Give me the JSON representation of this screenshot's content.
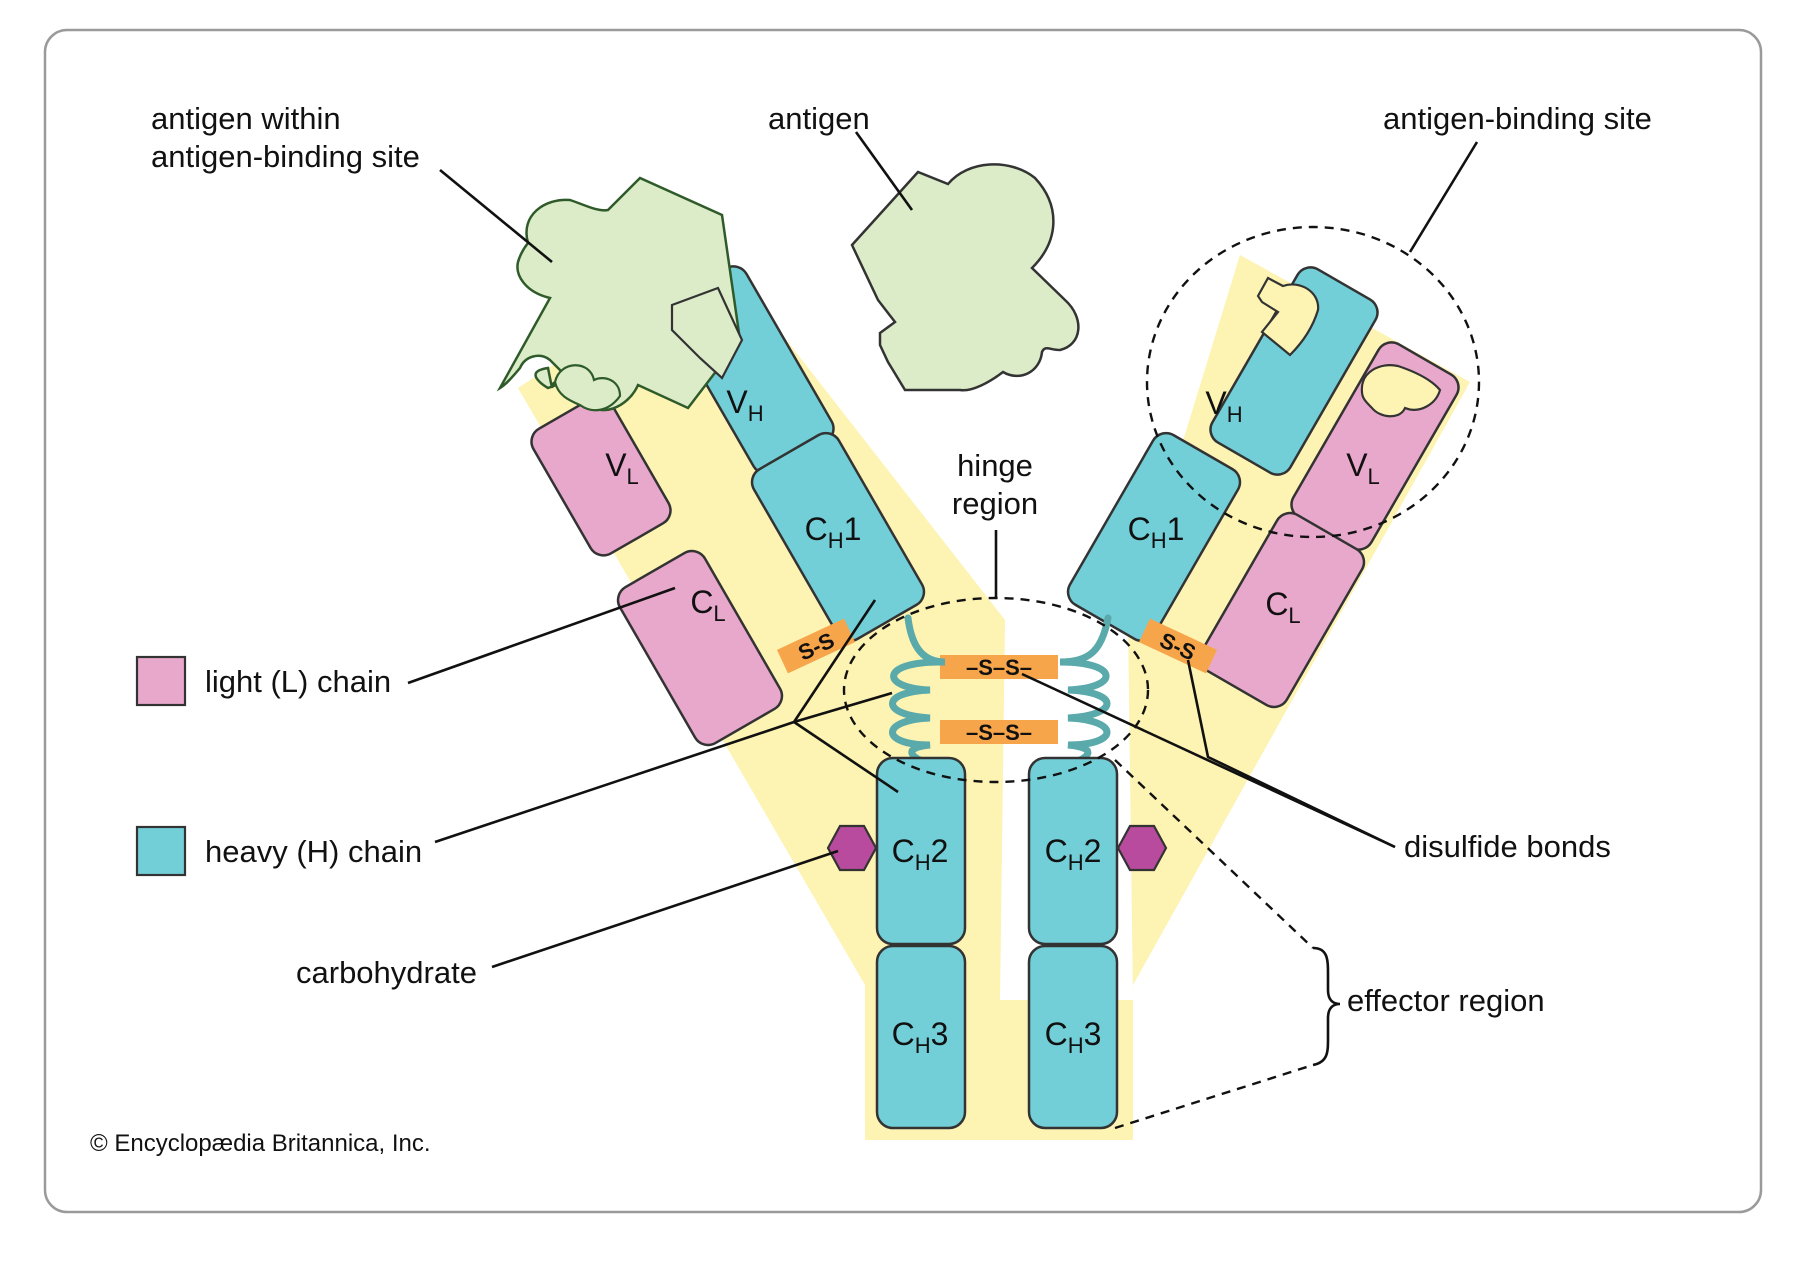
{
  "labels": {
    "antigen_within_line1": "antigen within",
    "antigen_within_line2": "antigen-binding site",
    "antigen": "antigen",
    "antigen_binding_site": "antigen-binding site",
    "hinge_line1": "hinge",
    "hinge_line2": "region",
    "disulfide_bonds": "disulfide bonds",
    "effector_region": "effector region",
    "carbohydrate": "carbohydrate"
  },
  "legend": {
    "light": {
      "label": "light (L) chain",
      "color": "#e8a8cc"
    },
    "heavy": {
      "label": "heavy (H) chain",
      "color": "#72cfd8"
    }
  },
  "domains": {
    "vh": {
      "main": "V",
      "sub": "H",
      "suffix": ""
    },
    "vl": {
      "main": "V",
      "sub": "L",
      "suffix": ""
    },
    "ch1": {
      "main": "C",
      "sub": "H",
      "suffix": "1"
    },
    "cl": {
      "main": "C",
      "sub": "L",
      "suffix": ""
    },
    "ch2": {
      "main": "C",
      "sub": "H",
      "suffix": "2"
    },
    "ch3": {
      "main": "C",
      "sub": "H",
      "suffix": "3"
    }
  },
  "bonds": {
    "short": "S-S",
    "hinge": "–S–S–"
  },
  "colors": {
    "heavy": "#72cfd8",
    "light": "#e8a8cc",
    "antigen": "#dcecc8",
    "antigen_stroke": "#2f5a2a",
    "background_band": "#fdf3b2",
    "disulfide": "#f6a54a",
    "hinge_strand": "#5aa9ab",
    "carbohydrate": "#b94b9e"
  },
  "credit": "© Encyclopædia Britannica, Inc."
}
